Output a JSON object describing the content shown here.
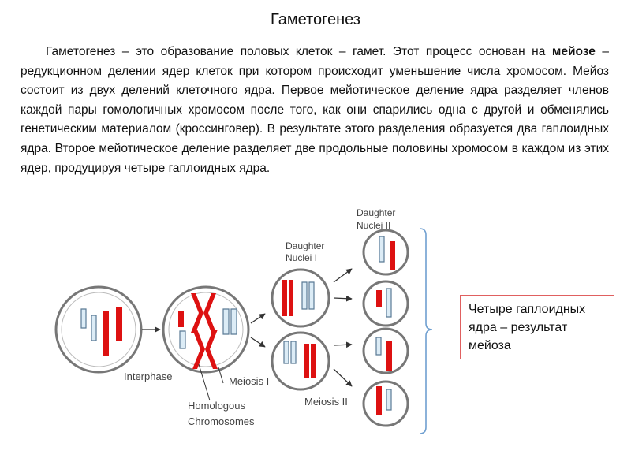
{
  "title": "Гаметогенез",
  "paragraph": {
    "part1": "Гаметогенез – это образование половых клеток – гамет. Этот процесс основан на ",
    "bold": "мейозе",
    "part2": " – редукционном делении ядер клеток при котором происходит уменьшение числа хромосом. Мейоз состоит из двух делений клеточного ядра. Первое мейотическое деление ядра разделяет членов каждой пары гомологичных хромосом после того, как они спарились одна с другой и обменялись генетическим материалом (кроссинговер). В результате этого разделения образуется два гаплоидных ядра. Второе мейотическое деление разделяет две продольные половины хромосом в каждом из этих ядер, продуцируя четыре гаплоидных ядра."
  },
  "diagram": {
    "labels": {
      "interphase": "Interphase",
      "meiosis1": "Meiosis I",
      "meiosis2": "Meiosis II",
      "homologous_1": "Homologous",
      "homologous_2": "Chromosomes",
      "daughter1_1": "Daughter",
      "daughter1_2": "Nuclei I",
      "daughter2_1": "Daughter",
      "daughter2_2": "Nuclei II"
    },
    "colors": {
      "red": "#dd1111",
      "blue_fill": "#dcecf6",
      "blue_stroke": "#5a7a95",
      "bracket": "#6f9fd0"
    }
  },
  "result_box": {
    "line1": "Четыре гаплоидных",
    "line2": "ядра – результат",
    "line3": "мейоза"
  }
}
